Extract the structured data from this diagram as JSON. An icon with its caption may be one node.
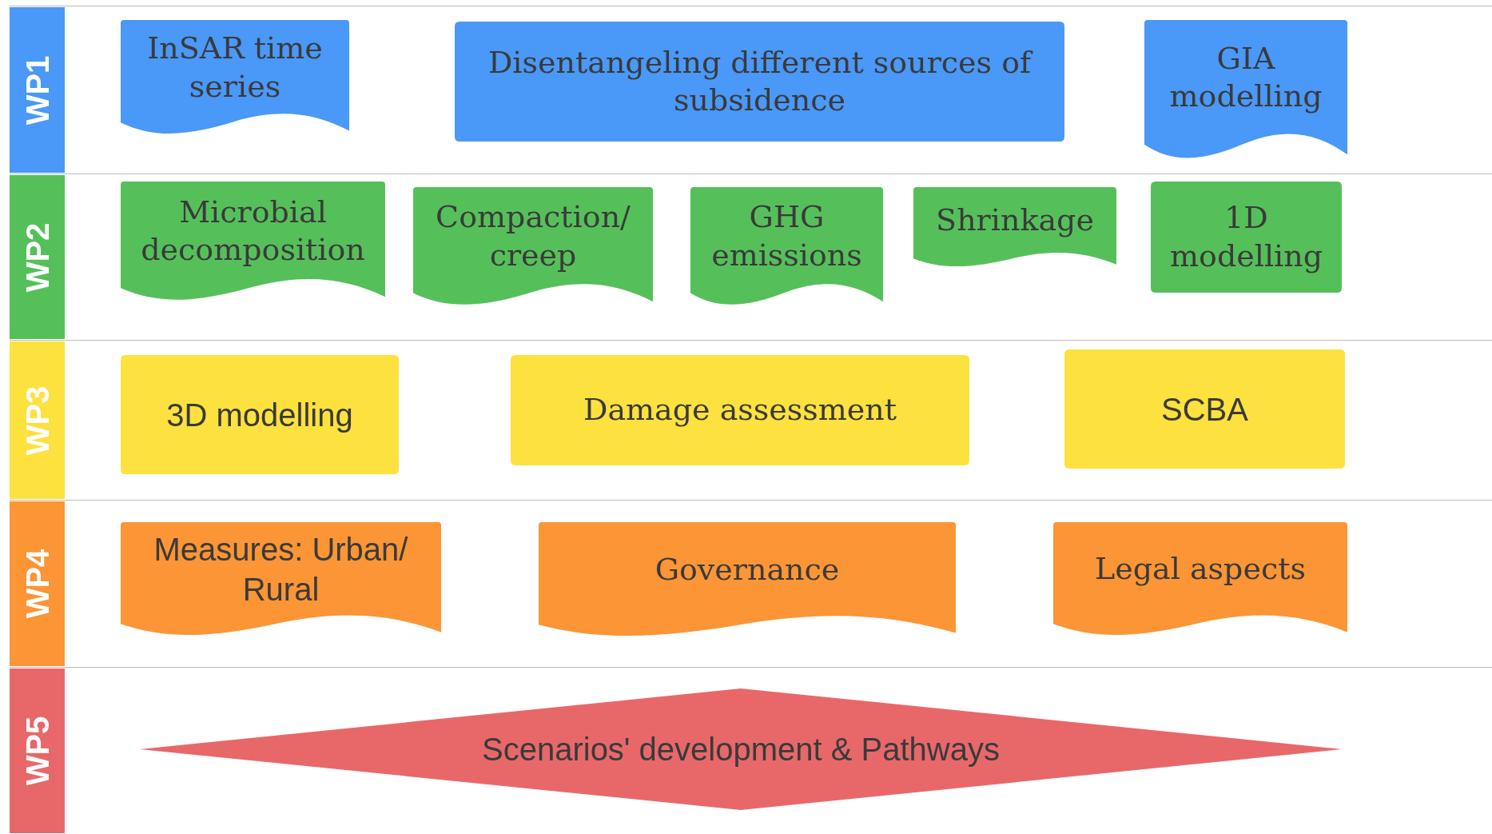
{
  "diagram": {
    "nodes": [
      {
        "text": [
          "WP1"
        ]
      },
      {
        "text": [
          "InSAR time series"
        ],
        "in": 0
      },
      {
        "text": [
          "Disentangeling different sources of subsidence"
        ],
        "in": 0
      },
      {
        "text": [
          "GIA modelling"
        ],
        "in": 0
      },
      {
        "text": [
          "WP2"
        ]
      },
      {
        "text": [
          "Microbial decomposition"
        ],
        "in": 4
      },
      {
        "text": [
          "Compaction/ creep"
        ],
        "in": 4
      },
      {
        "text": [
          "GHG emissions"
        ],
        "in": 4
      },
      {
        "text": [
          "Shrinkage"
        ],
        "in": 4
      },
      {
        "text": [
          "1D modelling"
        ],
        "in": 4
      },
      {
        "text": [
          "WP3"
        ]
      },
      {
        "text": [
          "3D modelling"
        ],
        "in": 10
      },
      {
        "text": [
          "Damage assessment"
        ],
        "in": 10
      },
      {
        "text": [
          "SCBA"
        ],
        "in": 10
      },
      {
        "text": [
          "WP4"
        ]
      },
      {
        "text": [
          "Measures: Urban/ Rural"
        ],
        "in": 14
      },
      {
        "text": [
          "Governance"
        ],
        "in": 14
      },
      {
        "text": [
          "Legal aspects"
        ],
        "in": 14
      },
      {
        "text": [
          "WP5"
        ]
      },
      {
        "text": [
          "Scenarios' development & Pathways"
        ],
        "in": 18
      }
    ]
  }
}
